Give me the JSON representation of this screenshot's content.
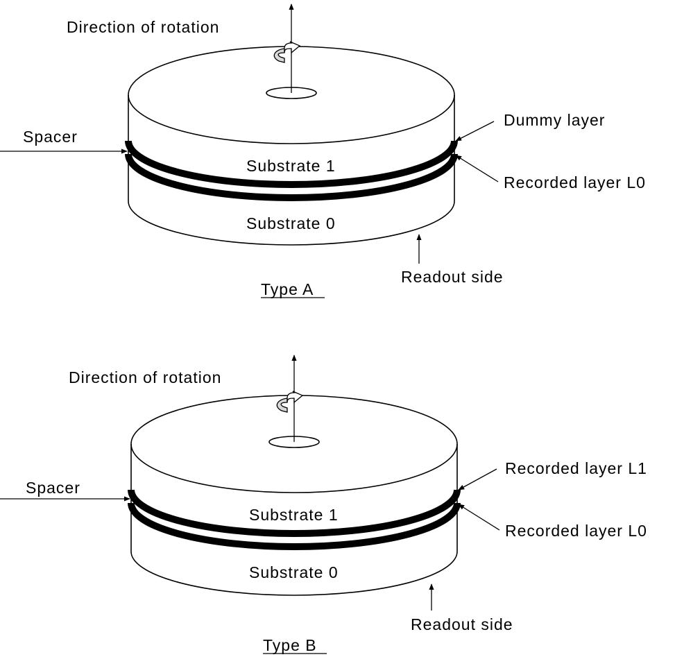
{
  "diagrams": {
    "type_a": {
      "direction_label": "Direction of rotation",
      "spacer_label": "Spacer",
      "substrate1_label": "Substrate 1",
      "substrate0_label": "Substrate 0",
      "upper_layer_label": "Dummy layer",
      "lower_layer_label": "Recorded layer L0",
      "readout_label": "Readout side",
      "caption": "Type A"
    },
    "type_b": {
      "direction_label": "Direction of rotation",
      "spacer_label": "Spacer",
      "substrate1_label": "Substrate 1",
      "substrate0_label": "Substrate 0",
      "upper_layer_label": "Recorded layer L1",
      "lower_layer_label": "Recorded layer L0",
      "readout_label": "Readout side",
      "caption": "Type B"
    }
  }
}
